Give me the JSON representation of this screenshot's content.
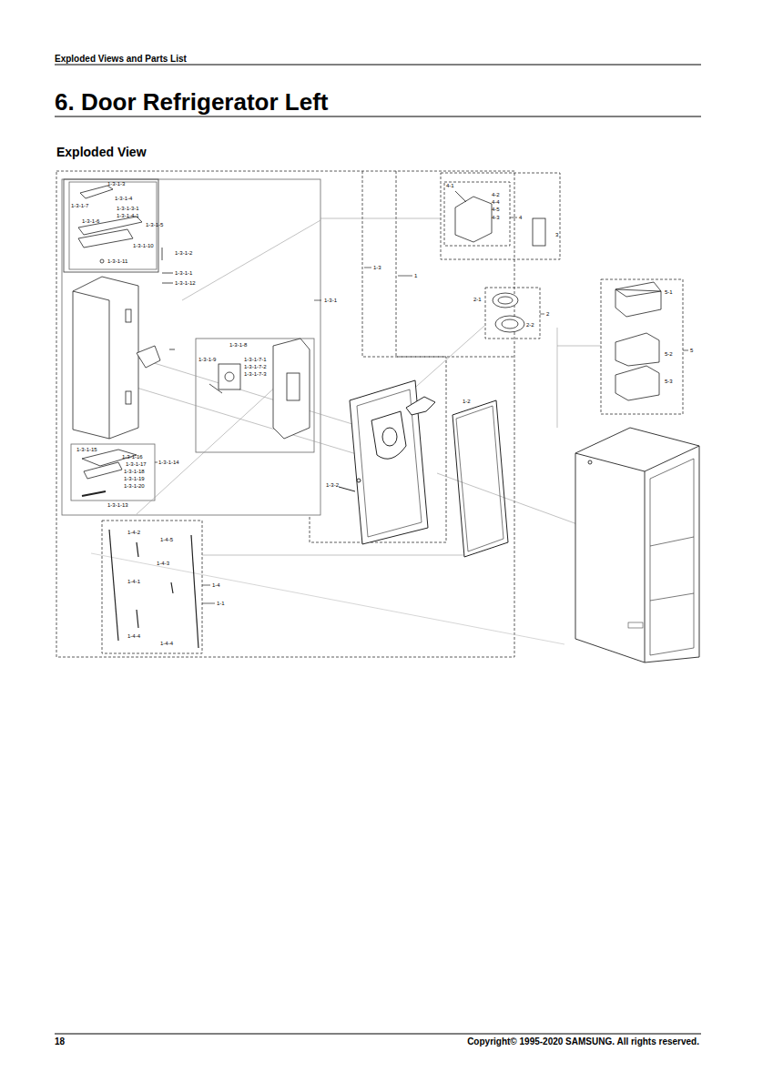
{
  "diagram": {
    "title": "6. Door Refrigerator Left",
    "labels": [
      "Exploded Views and Parts List",
      "Exploded View",
      "18",
      "Copyright© 1995-2020 SAMSUNG. All rights reserved.",
      "1-3-1-3",
      "1-3-1-4",
      "1-3-1-3-1",
      "1-3-1-4-1",
      "1-3-1-7",
      "1-3-1-6",
      "1-3-1-5",
      "1-3-1-10",
      "1-3-1-11",
      "1-3-1-2",
      "1-3-1-1",
      "1-3-1-12",
      "1-3-1",
      "1-3",
      "1",
      "1-3-1-8",
      "1-3-1-9",
      "1-3-1-7-1",
      "1-3-1-7-2",
      "1-3-1-7-3",
      "1-3-1-15",
      "1-3-1-16",
      "1-3-1-17",
      "1-3-1-18",
      "1-3-1-19",
      "1-3-1-20",
      "1-3-1-14",
      "1-3-1-13",
      "1-3-2",
      "1-2",
      "4-1",
      "4-2",
      "4-4",
      "4-5",
      "4-3",
      "4",
      "3",
      "2-1",
      "2-2",
      "2",
      "5-1",
      "5",
      "5-2",
      "5-3",
      "1-4-2",
      "1-4-5",
      "1-4-3",
      "1-4-1",
      "1-4",
      "1-1",
      "1-4-4",
      "1-4-4"
    ]
  }
}
